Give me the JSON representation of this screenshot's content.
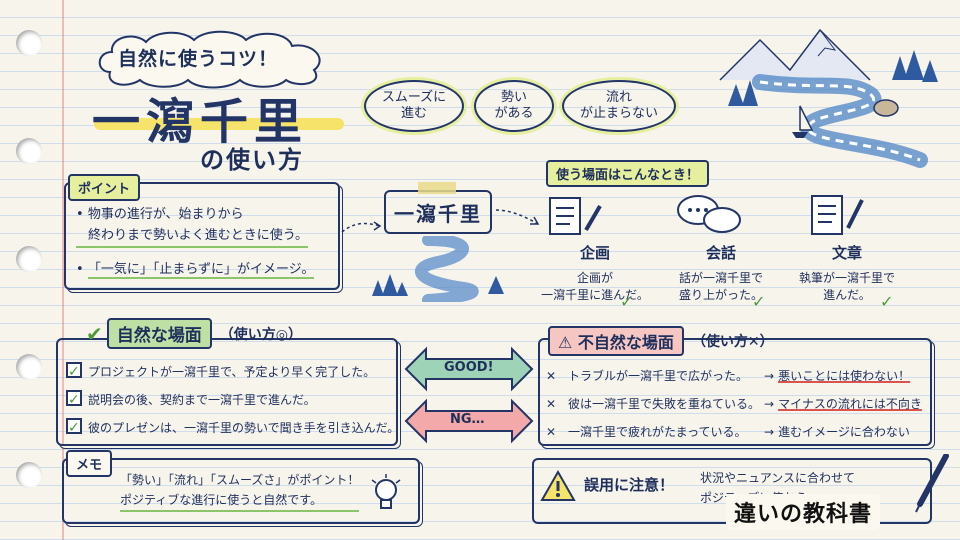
{
  "title": {
    "cloud": "自然に使うコツ！",
    "main": "一瀉千里",
    "sub": "の使い方"
  },
  "keywords": [
    {
      "line1": "スムーズに",
      "line2": "進む"
    },
    {
      "line1": "勢い",
      "line2": "がある"
    },
    {
      "line1": "流れ",
      "line2": "が止まらない"
    }
  ],
  "point": {
    "tag": "ポイント",
    "b1_line1": "物事の進行が、始まりから",
    "b1_line2": "終わりまで勢いよく進むときに使う。",
    "b2": "「一気に」「止まらずに」がイメージ。"
  },
  "center_word": "一瀉千里",
  "scenes": {
    "tag": "使う場面はこんなとき！",
    "items": [
      {
        "label": "企画",
        "line1": "企画が",
        "line2": "一瀉千里に進んだ。"
      },
      {
        "label": "会話",
        "line1": "話が一瀉千里で",
        "line2": "盛り上がった。"
      },
      {
        "label": "文章",
        "line1": "執筆が一瀉千里で",
        "line2": "進んだ。"
      }
    ]
  },
  "natural": {
    "title": "自然な場面",
    "usage": "（使い方◎）",
    "items": [
      "プロジェクトが一瀉千里で、予定より早く完了した。",
      "説明会の後、契約まで一瀉千里で進んだ。",
      "彼のプレゼンは、一瀉千里の勢いで聞き手を引き込んだ。"
    ]
  },
  "arrows": {
    "good": "GOOD!",
    "ng": "NG…"
  },
  "unnatural": {
    "title": "不自然な場面",
    "usage": "（使い方✕）",
    "items": [
      {
        "text": "トラブルが一瀉千里で広がった。",
        "note": "悪いことには使わない！"
      },
      {
        "text": "彼は一瀉千里で失敗を重ねている。",
        "note": "マイナスの流れには不向き"
      },
      {
        "text": "一瀉千里で疲れがたまっている。",
        "note": "進むイメージに合わない"
      }
    ]
  },
  "memo": {
    "tag": "メモ",
    "line1": "「勢い」「流れ」「スムーズさ」がポイント！",
    "line2": "ポジティブな進行に使うと自然です。"
  },
  "caution": {
    "title": "誤用に注意！",
    "line1": "状況やニュアンスに合わせて",
    "line2": "ポジティブに使おう"
  },
  "logo": "違いの教科書",
  "colors": {
    "ink": "#223566",
    "yellow": "#f6e36a",
    "green": "#8cc46a",
    "red": "#d9534f",
    "good_arrow": "#9fd3b8",
    "ng_arrow": "#f3a9a9"
  }
}
